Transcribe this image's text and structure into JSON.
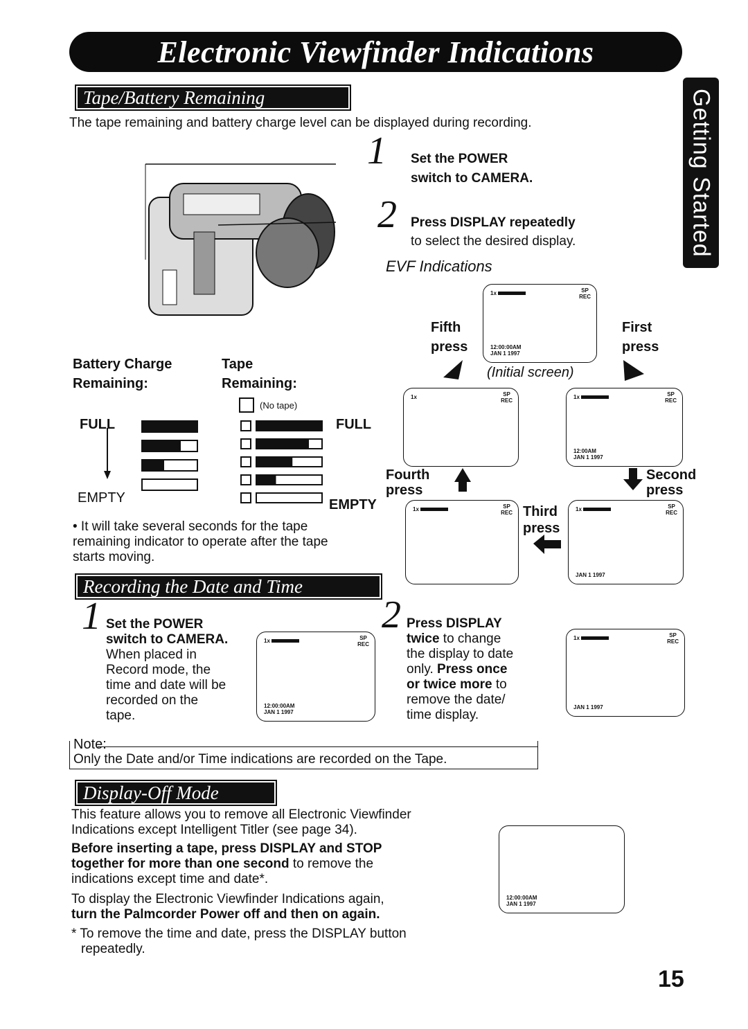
{
  "banner": {
    "title": "Electronic Viewfinder Indications"
  },
  "side_tab": {
    "label": "Getting Started"
  },
  "tape_battery": {
    "heading": "Tape/Battery Remaining",
    "intro": "The tape remaining and battery charge level can be displayed during recording.",
    "step1_num": "1",
    "step1_line1": "Set the POWER",
    "step1_line2": "switch to CAMERA.",
    "step2_num": "2",
    "step2_line1": "Press DISPLAY repeatedly",
    "step2_line2": "to select the desired display.",
    "evf_heading": "EVF Indications",
    "battery_label_1": "Battery Charge",
    "battery_label_2": "Remaining:",
    "tape_label_1": "Tape",
    "tape_label_2": "Remaining:",
    "no_tape": "(No tape)",
    "full_left": "FULL",
    "full_right": "FULL",
    "empty_left": "EMPTY",
    "empty_right": "EMPTY",
    "tape_levels": [
      1.0,
      0.8,
      0.55,
      0.3,
      0.0
    ],
    "battery_levels": [
      1.0,
      0.7,
      0.4,
      0.0
    ],
    "note": "• It will take several seconds for the tape remaining indicator to operate after the tape starts moving."
  },
  "evf": {
    "fifth": "Fifth",
    "fifth_press": "press",
    "first": "First",
    "first_press": "press",
    "initial": "(Initial screen)",
    "fourth": "Fourth",
    "fourth_press": "press",
    "second": "Second",
    "second_press": "press",
    "third": "Third",
    "third_press": "press",
    "ind_zoom": "1x",
    "ind_sp": "SP",
    "ind_rec": "REC",
    "ind_time": "12:00:00AM",
    "ind_time_short": "12:00AM",
    "ind_date": "JAN  1 1997"
  },
  "date_time": {
    "heading": "Recording the Date and Time",
    "s1_num": "1",
    "s1_l1": "Set the POWER",
    "s1_l2": "switch to CAMERA.",
    "s1_l3": "When placed in",
    "s1_l4": "Record mode, the",
    "s1_l5": "time and date will be",
    "s1_l6": "recorded on the",
    "s1_l7": "tape.",
    "s2_num": "2",
    "s2_l1": "Press DISPLAY",
    "s2_l2a": "twice",
    "s2_l2b": " to change",
    "s2_l3": "the display to date",
    "s2_l4a": "only. ",
    "s2_l4b": "Press once",
    "s2_l5a": "or twice more",
    "s2_l5b": " to",
    "s2_l6": "remove the date/",
    "s2_l7": "time display.",
    "note_label": "Note:",
    "note_text": "Only the Date and/or Time indications are recorded on the Tape."
  },
  "display_off": {
    "heading": "Display-Off Mode",
    "p1_l1": "This feature allows you to remove all Electronic Viewfinder",
    "p1_l2": "Indications except Intelligent Titler (see page 34).",
    "p2_l1": "Before inserting a tape, press DISPLAY and STOP",
    "p2_l2a": "together for more than one second",
    "p2_l2b": " to remove the",
    "p2_l3": "indications except time and date*.",
    "p3_l1": "To display the Electronic Viewfinder Indications again,",
    "p3_l2": "turn the Palmcorder Power off and then on again.",
    "p4_l1": "* To remove the time and date, press the DISPLAY button",
    "p4_l2": "repeatedly."
  },
  "page_number": "15"
}
